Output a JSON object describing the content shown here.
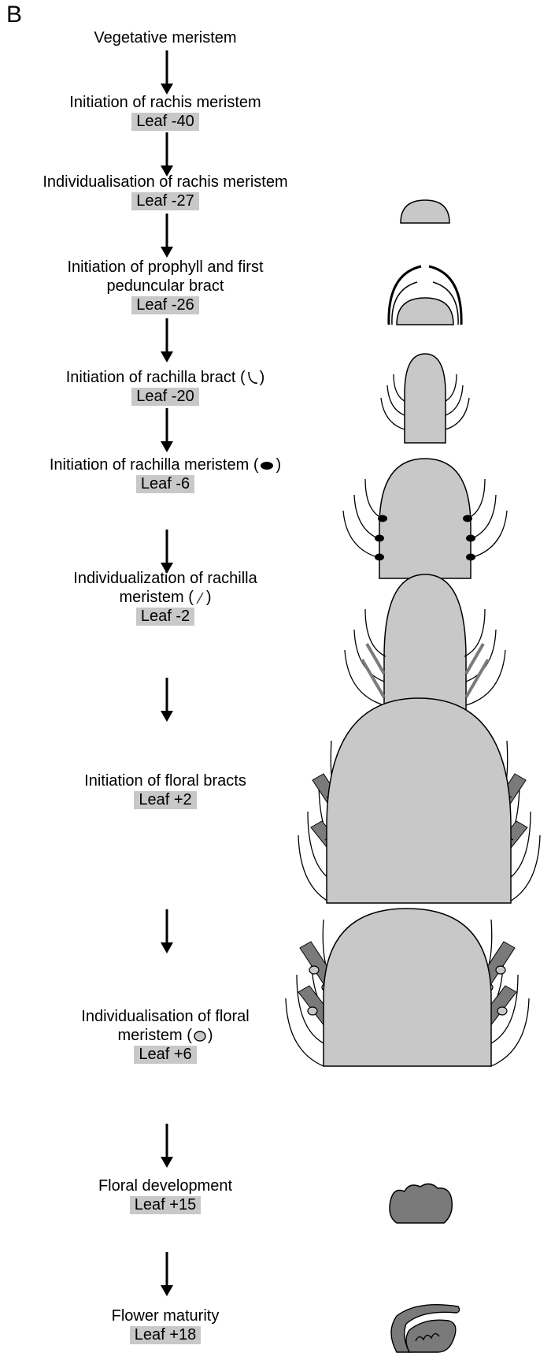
{
  "panel_letter": "B",
  "stages": [
    {
      "lines": [
        "Vegetative meristem"
      ],
      "leaf": ""
    },
    {
      "lines": [
        "Initiation of rachis meristem"
      ],
      "leaf": "Leaf -40"
    },
    {
      "lines": [
        "Individualisation of rachis meristem"
      ],
      "leaf": "Leaf -27"
    },
    {
      "lines": [
        "Initiation of prophyll and first",
        "peduncular bract"
      ],
      "leaf": "Leaf -26"
    },
    {
      "lines": [
        "Initiation of rachilla bract (",
        ")"
      ],
      "leaf": "Leaf -20"
    },
    {
      "lines": [
        "Initiation of rachilla meristem (",
        ")"
      ],
      "leaf": "Leaf -6"
    },
    {
      "lines": [
        "Individualization of rachilla",
        "meristem (",
        ")"
      ],
      "leaf": "Leaf -2"
    },
    {
      "lines": [
        "Initiation of floral bracts"
      ],
      "leaf": "Leaf +2"
    },
    {
      "lines": [
        "Individualisation of floral",
        "meristem (",
        ")"
      ],
      "leaf": "Leaf +6"
    },
    {
      "lines": [
        "Floral development"
      ],
      "leaf": "Leaf +15"
    },
    {
      "lines": [
        "Flower maturity"
      ],
      "leaf": "Leaf +18"
    }
  ],
  "colors": {
    "meristem_fill": "#c8c8c8",
    "floral_bract": "#7a7a7a",
    "leaf_highlight": "#c8c8c8",
    "line": "#000000"
  },
  "icons": [
    "arrow-down-icon",
    "rachilla-bract-icon",
    "rachilla-meristem-icon",
    "individualization-line-icon",
    "floral-meristem-icon"
  ]
}
